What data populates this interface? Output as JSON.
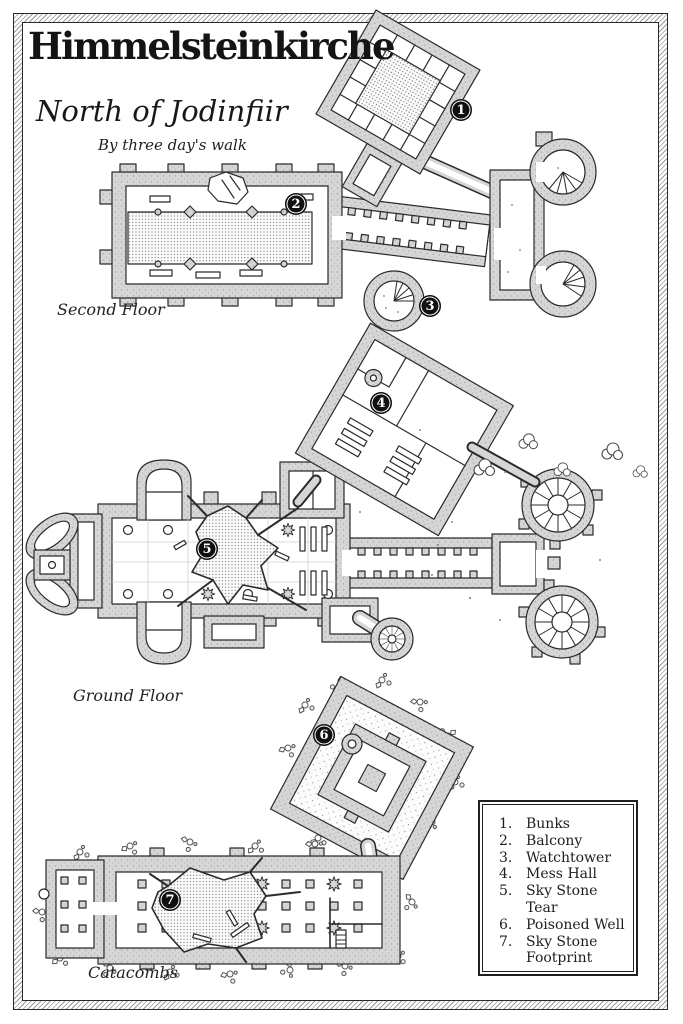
{
  "map": {
    "title": "Himmelsteinkirche",
    "subtitle": "North of Jodinfiir",
    "distance_note": "By three day's walk"
  },
  "floor_labels": {
    "second": "Second Floor",
    "ground": "Ground Floor",
    "catacombs": "Catacombs"
  },
  "markers": [
    {
      "label": "1"
    },
    {
      "label": "2"
    },
    {
      "label": "3"
    },
    {
      "label": "4"
    },
    {
      "label": "5"
    },
    {
      "label": "6"
    },
    {
      "label": "7"
    }
  ],
  "legend": {
    "items": [
      {
        "number": "1.",
        "label": "Bunks"
      },
      {
        "number": "2.",
        "label": "Balcony"
      },
      {
        "number": "3.",
        "label": "Watchtower"
      },
      {
        "number": "4.",
        "label": "Mess Hall"
      },
      {
        "number": "5.",
        "label": "Sky Stone Tear"
      },
      {
        "number": "6.",
        "label": "Poisoned Well"
      },
      {
        "number": "7.",
        "label": "Sky Stone Footprint"
      }
    ]
  },
  "colors": {
    "ink": "#2b2b2b",
    "wall_gray": "#d6d6d6",
    "paper": "#ffffff",
    "marker_background": "#101010"
  }
}
